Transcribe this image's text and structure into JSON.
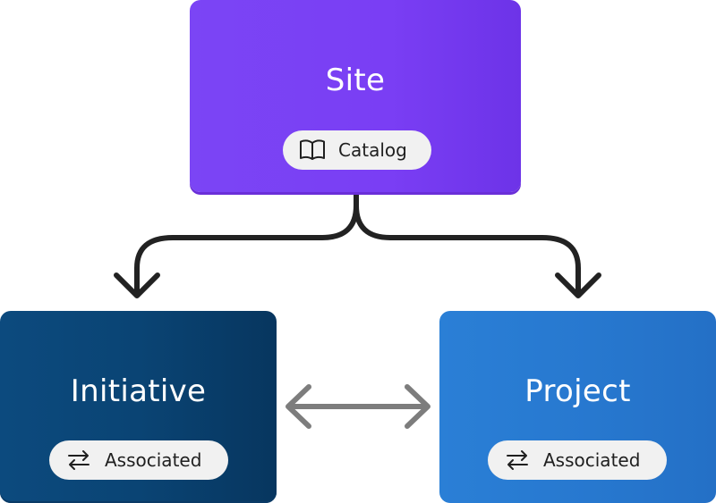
{
  "nodes": {
    "site": {
      "title": "Site",
      "badge": {
        "label": "Catalog",
        "icon": "book-icon"
      },
      "color": "#7a3ef4"
    },
    "initiative": {
      "title": "Initiative",
      "badge": {
        "label": "Associated",
        "icon": "swap-arrows-icon"
      },
      "color": "#0a4474"
    },
    "project": {
      "title": "Project",
      "badge": {
        "label": "Associated",
        "icon": "swap-arrows-icon"
      },
      "color": "#2778cf"
    }
  },
  "edges": [
    {
      "from": "site",
      "to": "initiative",
      "style": "arrow",
      "color": "#222222"
    },
    {
      "from": "site",
      "to": "project",
      "style": "arrow",
      "color": "#222222"
    },
    {
      "from": "initiative",
      "to": "project",
      "style": "double-arrow",
      "color": "#7d7d7d"
    }
  ]
}
